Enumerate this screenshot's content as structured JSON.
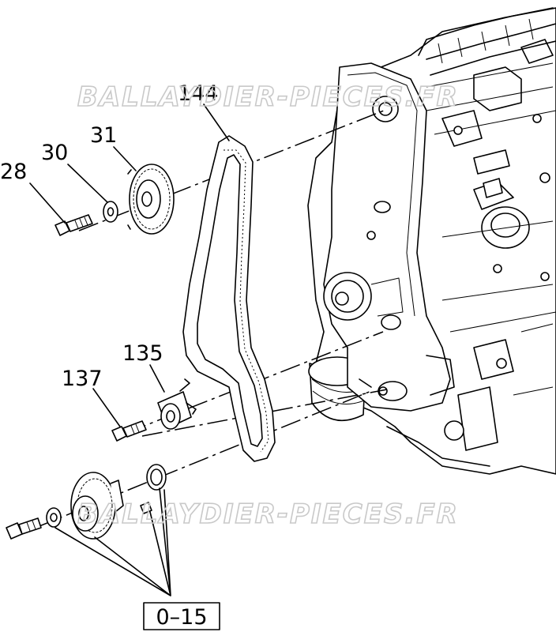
{
  "callouts": {
    "c28": "28",
    "c30": "30",
    "c31": "31",
    "c144": "144",
    "c135": "135",
    "c137": "137",
    "c015": "0–15"
  },
  "watermarks": {
    "top": "BALLAYDIER-PIECES.FR",
    "bottom": "BALLAYDIER-PIECES.FR"
  }
}
